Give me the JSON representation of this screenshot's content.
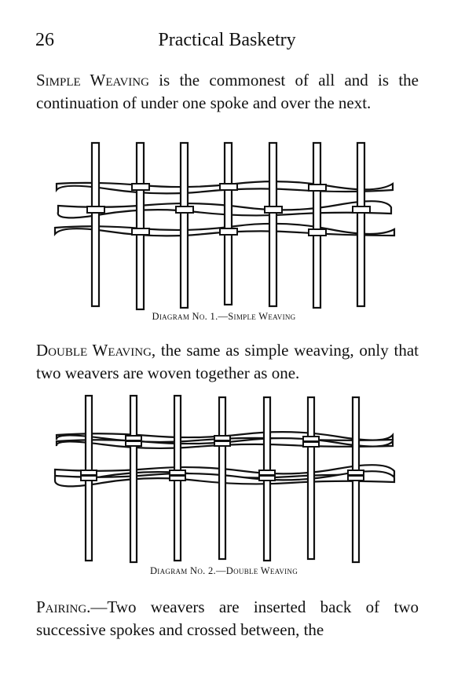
{
  "header": {
    "page_number": "26",
    "running_title": "Practical Basketry"
  },
  "para1": {
    "lead": "Simple Weaving",
    "text": " is the commonest of all and is the continuation of under one spoke and over the next."
  },
  "diagram1": {
    "caption": "Diagram No. 1.—Simple Weaving"
  },
  "para2": {
    "lead": "Double Weaving,",
    "text": " the same as simple weaving, only that two weavers are woven together as one."
  },
  "diagram2": {
    "caption": "Diagram No. 2.—Double Weaving"
  },
  "para3": {
    "lead": "Pairing.",
    "text": "—Two weavers are inserted back of two successive spokes and crossed between, the"
  }
}
